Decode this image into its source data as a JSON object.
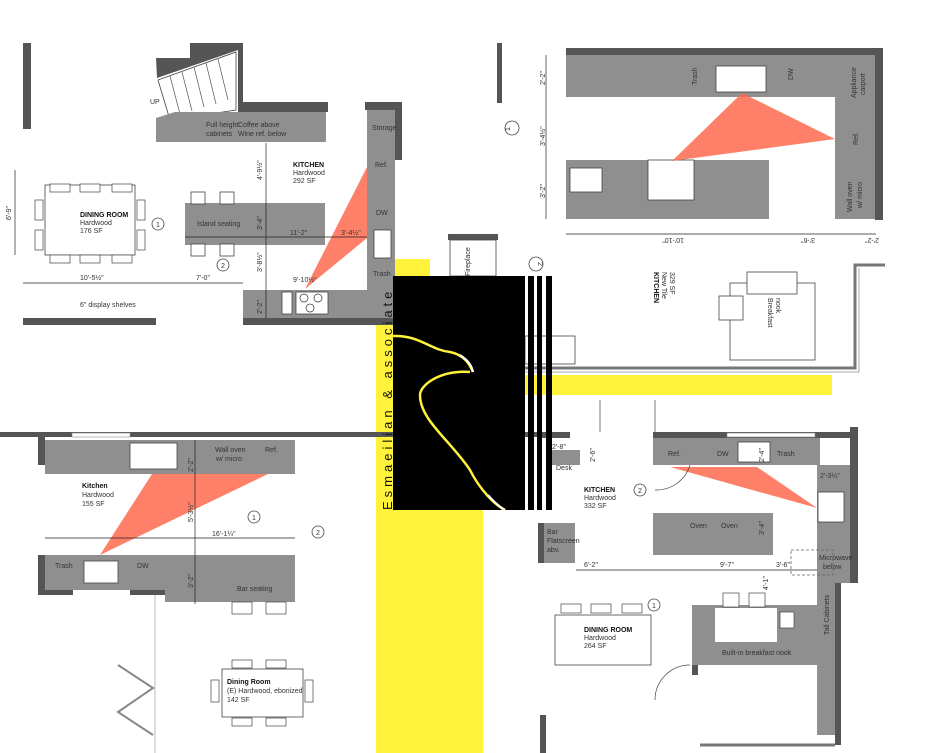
{
  "logo": {
    "text": "Esmaeilian & associate",
    "colors": {
      "yellow": "#fff23a",
      "black": "#000000",
      "accent": "#ff6a4d"
    }
  },
  "plan_a": {
    "up": "UP",
    "full_height": [
      "Full height",
      "cabinets"
    ],
    "coffee": [
      "Coffee above",
      "Wine ref. below"
    ],
    "storage": "Storage",
    "ref": "Ref.",
    "dw": "DW",
    "trash": "Trash",
    "kitchen": [
      "KITCHEN",
      "Hardwood",
      "292 SF"
    ],
    "dining": [
      "DINING ROOM",
      "Hardwood",
      "176 SF"
    ],
    "island": "Island seating",
    "shelves": "6\" display shelves",
    "dims": [
      "6'-9\"",
      "4'-9½\"",
      "3'-4\"",
      "11'-2\"",
      "3'-4½\"",
      "3'-8½\"",
      "9'-10½\"",
      "2'-2\"",
      "10'-5½\"",
      "7'-0\""
    ],
    "markers": [
      "1",
      "2"
    ]
  },
  "plan_b": {
    "trash": "Trash",
    "dw": "DW",
    "appliance": [
      "Appliance",
      "carport"
    ],
    "ref": "Ref.",
    "wall_oven": [
      "Wall oven",
      "w/ micro"
    ],
    "dims": [
      "2'-2\"",
      "3'-4½\"",
      "3'-2\"",
      "10'-10\"",
      "3'-6\"",
      "2'-2\""
    ],
    "kitchen": [
      "KITCHEN",
      "New Tile",
      "329 SF"
    ],
    "nook": [
      "Breakfast",
      "nook"
    ],
    "fireplace": "Fireplace",
    "markers": [
      "1",
      "2"
    ]
  },
  "plan_c": {
    "wall_oven": [
      "Wall oven",
      "w/ micro"
    ],
    "ref": "Ref.",
    "trash": "Trash",
    "dw": "DW",
    "bar": "Bar seating",
    "kitchen": [
      "Kitchen",
      "Hardwood",
      "155 SF"
    ],
    "dining": [
      "Dining Room",
      "(E) Hardwood, ebonized",
      "142 SF"
    ],
    "dims": [
      "2'-2\"",
      "5'-3½\"",
      "16'-1¼\"",
      "3'-2\""
    ],
    "markers": [
      "1",
      "2"
    ]
  },
  "plan_d": {
    "ref": "Ref.",
    "dw": "DW",
    "trash": "Trash",
    "desk": "Desk",
    "kitchen": [
      "KITCHEN",
      "Hardwood",
      "332 SF"
    ],
    "oven": "Oven",
    "bar": [
      "Bar",
      "Flatscreen",
      "abv."
    ],
    "microwave": [
      "Microwave",
      "below"
    ],
    "tall": "Tall Cabinets",
    "nook": "Built-in breakfast nook",
    "dining": [
      "DINING ROOM",
      "Hardwood",
      "264 SF"
    ],
    "dims": [
      "2'-8\"",
      "2'-6\"",
      "2'-4\"",
      "2'-3¼\"",
      "3'-4\"",
      "6'-2\"",
      "9'-7\"",
      "3'-6\"",
      "4'-1\""
    ],
    "markers": [
      "1",
      "2"
    ]
  }
}
